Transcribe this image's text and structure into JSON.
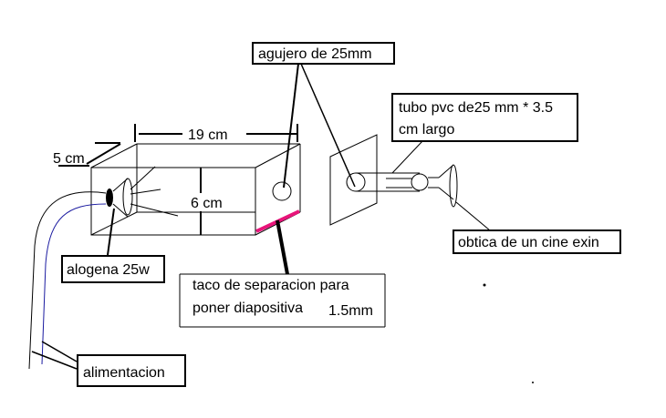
{
  "labels": {
    "hole": "agujero de 25mm",
    "tube_line1": "tubo pvc de25 mm * 3.5",
    "tube_line2": "cm largo",
    "width_dim": "19 cm",
    "depth_dim": "5 cm",
    "height_dim": "6 cm",
    "lens": "obtica de un cine exin",
    "lamp": "alogena 25w",
    "spacer_line1": "taco de separacion para",
    "spacer_line2": "poner diapositiva",
    "spacer_size": "1.5mm",
    "power": "alimentacion"
  },
  "colors": {
    "spacer": "#e8147a",
    "cable": "#1a1aa0",
    "ink": "#000000"
  }
}
